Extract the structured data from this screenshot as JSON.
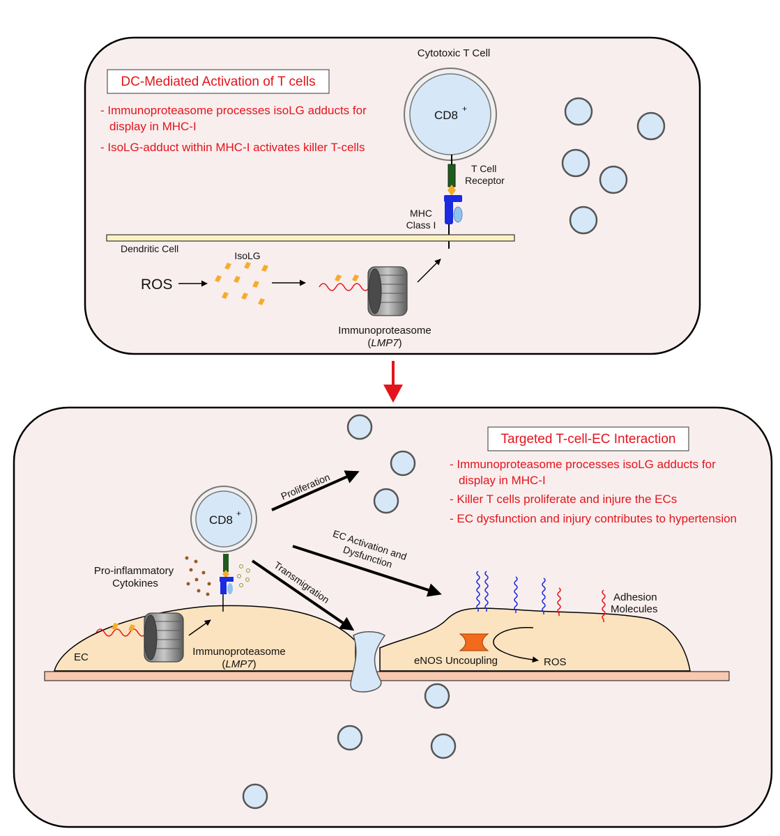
{
  "top_panel": {
    "title": "DC-Mediated Activation of T cells",
    "bullets": [
      "- Immunoproteasome processes isoLG adducts for",
      "display in MHC-I",
      "- IsoLG-adduct within MHC-I activates killer T-cells"
    ],
    "cytotoxic_label": "Cytotoxic T Cell",
    "cd8_label": "CD8",
    "cd8_sup": "+",
    "tcr_label_1": "T Cell",
    "tcr_label_2": "Receptor",
    "mhc_label_1": "MHC",
    "mhc_label_2": "Class I",
    "dendritic_label": "Dendritic Cell",
    "isolg_label": "IsoLG",
    "ros_label": "ROS",
    "immuno_label": "Immunoproteasome",
    "lmp7_open": "(",
    "lmp7_label": "LMP7",
    "lmp7_close": ")"
  },
  "bottom_panel": {
    "title": "Targeted T-cell-EC Interaction",
    "bullets": [
      "- Immunoproteasome processes isoLG adducts for",
      "display in MHC-I",
      "- Killer T cells proliferate and injure the ECs",
      "- EC dysfunction and injury contributes to hypertension"
    ],
    "cd8_label": "CD8",
    "cd8_sup": "+",
    "proliferation_label": "Proliferation",
    "ec_activation_1": "EC Activation and",
    "ec_activation_2": "Dysfunction",
    "transmigration_label": "Transmigration",
    "cytokines_1": "Pro-inflammatory",
    "cytokines_2": "Cytokines",
    "adhesion_1": "Adhesion",
    "adhesion_2": "Molecules",
    "ec_label": "EC",
    "immuno_label": "Immunoproteasome",
    "lmp7_open": "(",
    "lmp7_label": "LMP7",
    "lmp7_close": ")",
    "enos_label": "eNOS Uncoupling",
    "ros_label": "ROS"
  },
  "colors": {
    "panel_fill": "#f9eeee",
    "cell_fill": "#d6e8f8",
    "red_text": "#e3141c",
    "isolg": "#f5ac2b",
    "ec_fill": "#fbe3bf",
    "membrane": "#f8c8b0",
    "dc_membrane": "#fbf2c0",
    "mhc_blue": "#1a2be0",
    "tcr_green": "#1f5a1f"
  }
}
